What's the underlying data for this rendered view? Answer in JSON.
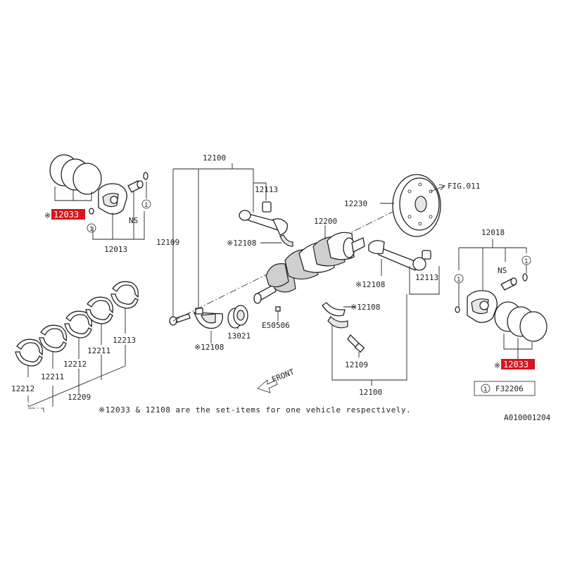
{
  "labels": {
    "piston_ring_left": "12033",
    "piston_ring_right": "12033",
    "piston_left": "12013",
    "piston_right": "12018",
    "ns_left": "NS",
    "ns_right": "NS",
    "circle_one": "1",
    "conrod_top": "12100",
    "conrod_bottom": "12100",
    "conrod_bolt_top": "12109",
    "conrod_bolt_bottom": "12109",
    "conrod_nut_top": "12113",
    "conrod_nut_bottom": "12113",
    "conrod_bearing_a": "※12108",
    "conrod_bearing_b": "※12108",
    "conrod_bearing_c": "※12108",
    "conrod_bearing_d": "※12108",
    "crankshaft": "12200",
    "flywheel": "12230",
    "fig_ref": "FIG.011",
    "sprocket": "13021",
    "key": "E50506",
    "main_bearing_a": "12213",
    "main_bearing_b": "12211",
    "main_bearing_c": "12212",
    "main_bearing_d": "12211",
    "main_bearing_e": "12212",
    "main_bearing_set": "12209",
    "front": "FRONT",
    "legend_code": "F32206",
    "footnote": "※12033 & 12108 are the set-items for one vehicle respectively.",
    "diagram_id": "A010001204",
    "asterisk": "※"
  },
  "colors": {
    "highlight": "#d9141e",
    "line": "#222222"
  }
}
